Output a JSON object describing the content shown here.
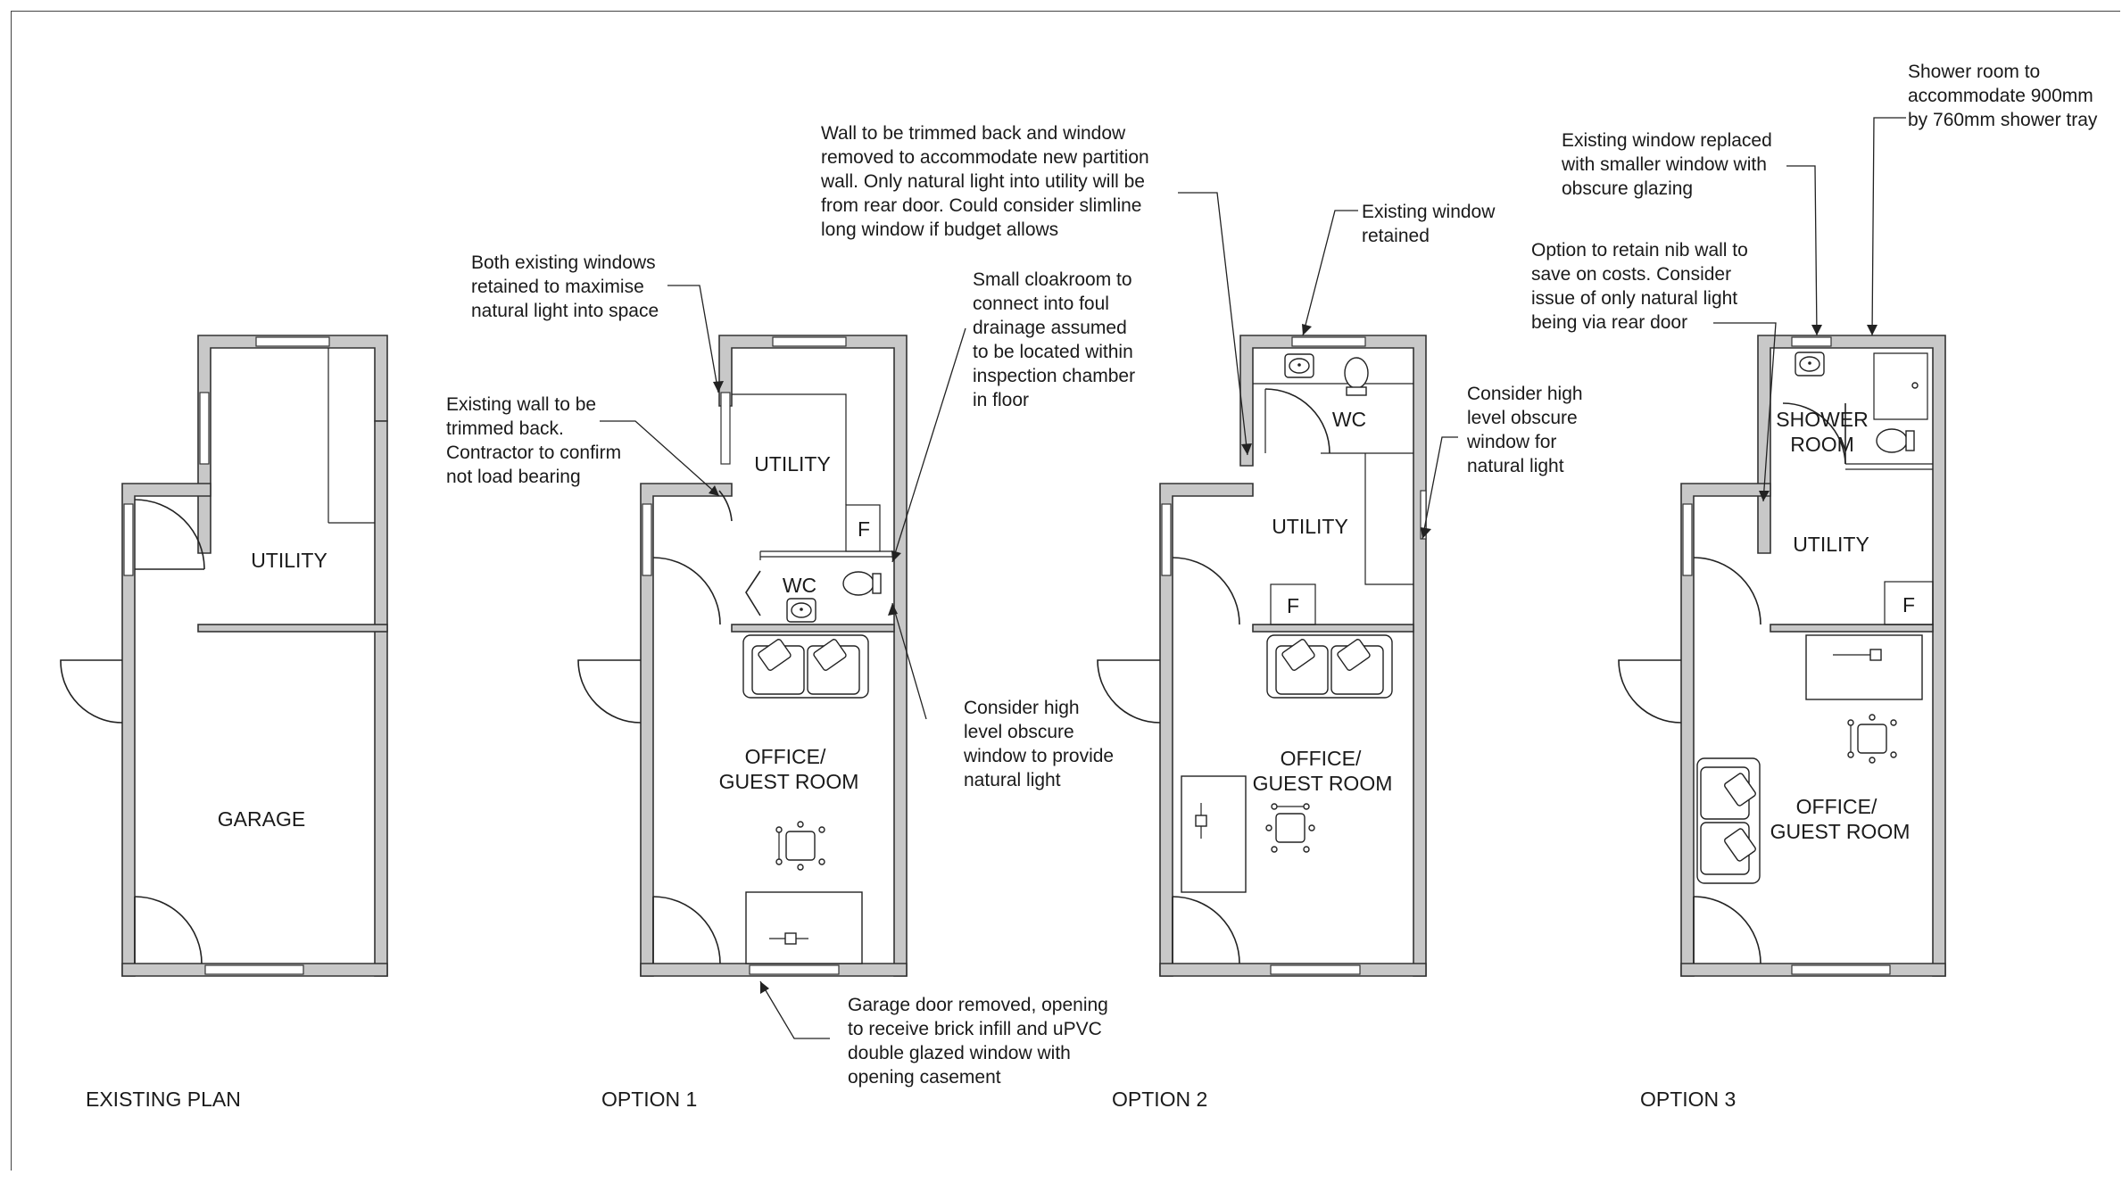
{
  "plans": {
    "existing": {
      "title": "EXISTING PLAN",
      "utility": "UTILITY",
      "garage": "GARAGE"
    },
    "option1": {
      "title": "OPTION 1",
      "utility": "UTILITY",
      "f": "F",
      "wc": "WC",
      "office_1": "OFFICE/",
      "office_2": "GUEST ROOM"
    },
    "option2": {
      "title": "OPTION 2",
      "wc": "WC",
      "utility": "UTILITY",
      "f": "F",
      "office_1": "OFFICE/",
      "office_2": "GUEST ROOM"
    },
    "option3": {
      "title": "OPTION 3",
      "shower_1": "SHOWER",
      "shower_2": "ROOM",
      "utility": "UTILITY",
      "f": "F",
      "office_1": "OFFICE/",
      "office_2": "GUEST ROOM"
    }
  },
  "notes": {
    "both_windows": [
      "Both existing windows",
      "retained to maximise",
      "natural light into space"
    ],
    "existing_wall": [
      "Existing wall to be",
      "trimmed back.",
      "Contractor to confirm",
      "not load bearing"
    ],
    "wall_trimmed": [
      "Wall to be trimmed back and window",
      "removed to accommodate new partition",
      "wall.  Only natural light into utility will be",
      "from rear door.  Could consider slimline",
      "long window if budget allows"
    ],
    "cloakroom": [
      "Small cloakroom to",
      "connect into foul",
      "drainage assumed",
      "to be located within",
      "inspection chamber",
      "in floor"
    ],
    "consider_high_1": [
      "Consider high",
      "level obscure",
      "window to provide",
      "natural light"
    ],
    "garage_door": [
      "Garage door removed, opening",
      "to receive brick infill and uPVC",
      "double glazed window with",
      "opening casement"
    ],
    "existing_window": [
      "Existing window",
      "retained"
    ],
    "consider_high_2": [
      "Consider high",
      "level obscure",
      "window for",
      "natural light"
    ],
    "window_replaced": [
      "Existing window replaced",
      "with smaller window with",
      "obscure glazing"
    ],
    "nib_wall": [
      "Option to retain nib wall to",
      "save on costs. Consider",
      "issue of only natural light",
      "being via rear door"
    ],
    "shower_tray": [
      "Shower room to",
      "accommodate 900mm",
      "by 760mm shower tray"
    ]
  }
}
